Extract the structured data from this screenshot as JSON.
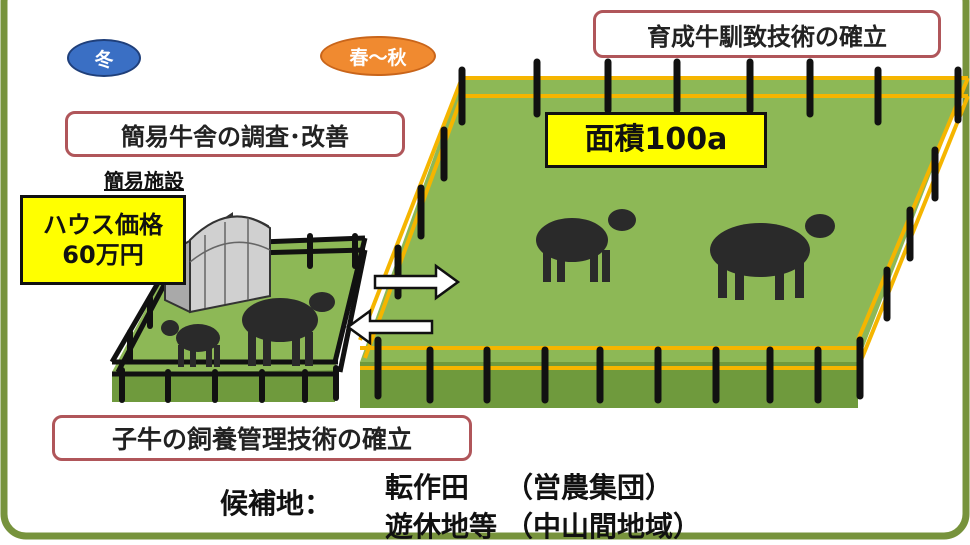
{
  "season_winter": "冬",
  "season_spring_autumn": "春～秋",
  "title_heifer_training": "育成牛馴致技術の確立",
  "title_simple_barn": "簡易牛舎の調査･改善",
  "label_simple_facility": "簡易施設",
  "area_label": "面積100a",
  "house_price_line1": "ハウス価格",
  "house_price_line2": "60万円",
  "title_calf_management": "子牛の飼養管理技術の確立",
  "candidate_label": "候補地：",
  "candidate_1_name": "転作田",
  "candidate_1_note": "（営農集団）",
  "candidate_2_name": "遊休地等",
  "candidate_2_note": "（中山間地域）",
  "colors": {
    "frame": "#77933c",
    "pasture": "#8db856",
    "fence_yellow": "#f5b500",
    "winter_pill": "#3a6fc4",
    "spring_pill": "#f08a30",
    "box_border": "#b0565a",
    "highlight": "#ffff00"
  }
}
